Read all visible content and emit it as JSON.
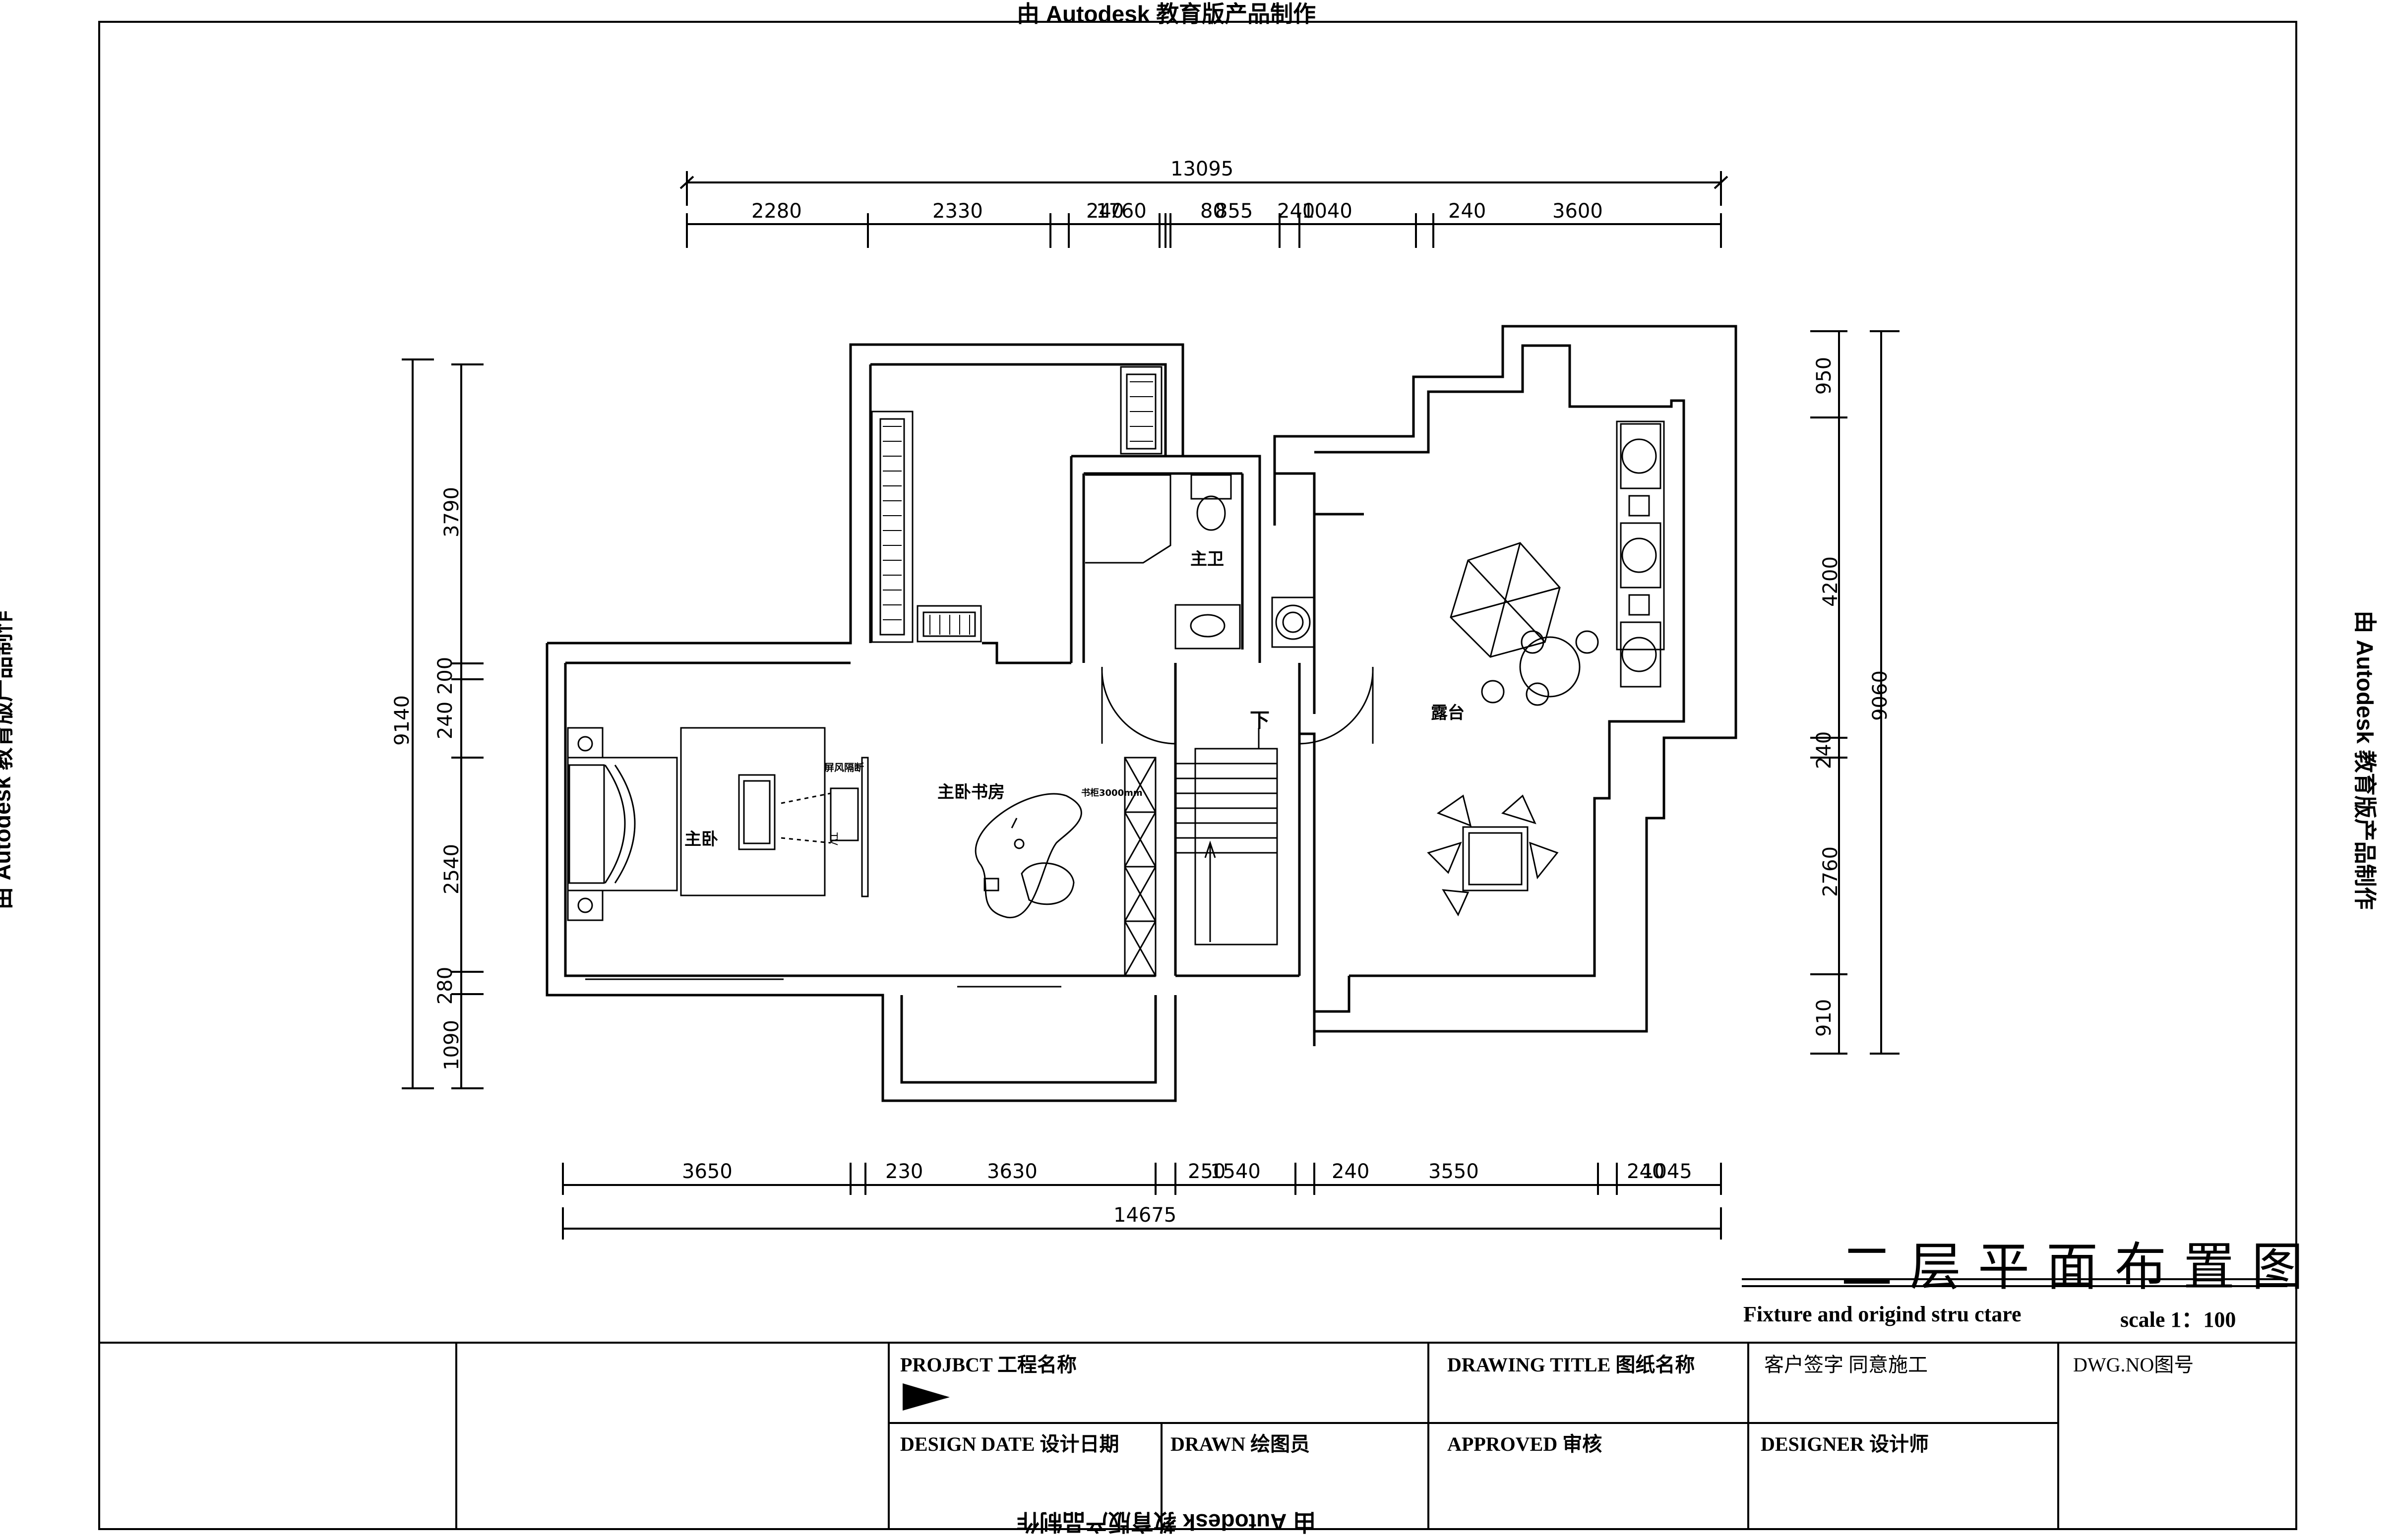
{
  "watermark": {
    "text": "由 Autodesk 教育版产品制作"
  },
  "dimensions": {
    "top_total": "13095",
    "top": [
      "2280",
      "2330",
      "240",
      "1760",
      "80",
      "855",
      "240",
      "1040",
      "240",
      "3600"
    ],
    "bottom_total": "14675",
    "bottom": [
      "3650",
      "230",
      "3630",
      "250",
      "1540",
      "240",
      "3550",
      "240",
      "1045"
    ],
    "left_total": "9140",
    "left": [
      "3790",
      "200",
      "240",
      "2540",
      "280",
      "1090"
    ],
    "right_total": "9060",
    "right": [
      "950",
      "4200",
      "240",
      "2760",
      "910"
    ]
  },
  "rooms": {
    "master_bedroom": "主卧",
    "master_study": "主卧书房",
    "master_bath": "主卫",
    "terrace": "露台",
    "stairs_down": "下",
    "screen_partition": "屏风隔断",
    "tv": "TV",
    "bookshelf": "书柜3000mm"
  },
  "title_block": {
    "drawing_title_cn": "二层平面布置图",
    "subtitle": "Fixture and origind stru ctare",
    "scale": "scale 1：100",
    "project": "PROJBCT  工程名称",
    "drawing_title": "DRAWING TITLE  图纸名称",
    "client": "客户签字  同意施工",
    "dwg_no": "DWG.NO图号",
    "design_date": "DESIGN DATE   设计日期",
    "drawn": "DRAWN  绘图员",
    "approved": "APPROVED  审核",
    "designer": "DESIGNER  设计师"
  }
}
